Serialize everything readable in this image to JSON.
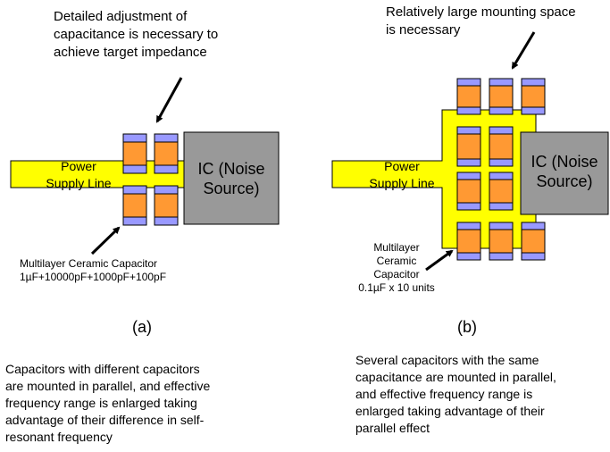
{
  "panel_a": {
    "top_note": [
      "Detailed adjustment of",
      "capacitance is necessary to",
      "achieve target impedance"
    ],
    "power_line": [
      "Power",
      "Supply Line"
    ],
    "ic": [
      "IC (Noise",
      "Source)"
    ],
    "capacitor_label": [
      "Multilayer Ceramic Capacitor",
      "1µF+10000pF+1000pF+100pF"
    ],
    "caption": "(a)",
    "description": [
      "Capacitors with different capacitors",
      "are mounted in parallel, and effective",
      "frequency range is enlarged taking",
      "advantage of their difference in self-",
      "resonant frequency"
    ]
  },
  "panel_b": {
    "top_note": [
      "Relatively large mounting space",
      "is necessary"
    ],
    "power_line": [
      "Power",
      "Supply Line"
    ],
    "ic": [
      "IC (Noise",
      "Source)"
    ],
    "capacitor_label": [
      "Multilayer",
      "Ceramic",
      "Capacitor",
      "0.1µF x 10 units"
    ],
    "caption": "(b)",
    "description": [
      "Several capacitors with the same",
      "capacitance are mounted in parallel,",
      "and effective frequency range is",
      "enlarged taking advantage of their",
      "parallel effect"
    ]
  },
  "colors": {
    "power_line": "#ffff00",
    "capacitor_body": "#ff9933",
    "capacitor_terminal": "#9999ff",
    "ic": "#999999",
    "outline": "#000000"
  }
}
